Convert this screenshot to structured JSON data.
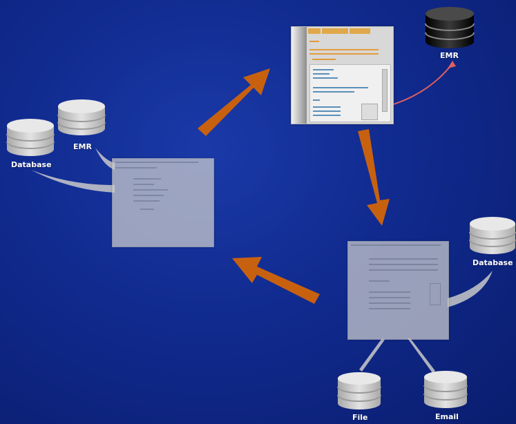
{
  "nodes": {
    "database_left": {
      "label": "Database"
    },
    "emr_left": {
      "label": "EMR"
    },
    "emr_top": {
      "label": "EMR"
    },
    "database_right": {
      "label": "Database"
    },
    "file_bottom": {
      "label": "File"
    },
    "email_bottom": {
      "label": "Email"
    }
  },
  "colors": {
    "background": "#0f2a8f",
    "arrow": "#c8610f",
    "cylinder": "#d0d0d0",
    "cylinder_dark": "#1a1a1a",
    "link": "#e03c3c"
  },
  "top_window": {
    "tabs": [
      "",
      "",
      ""
    ],
    "title": ""
  }
}
